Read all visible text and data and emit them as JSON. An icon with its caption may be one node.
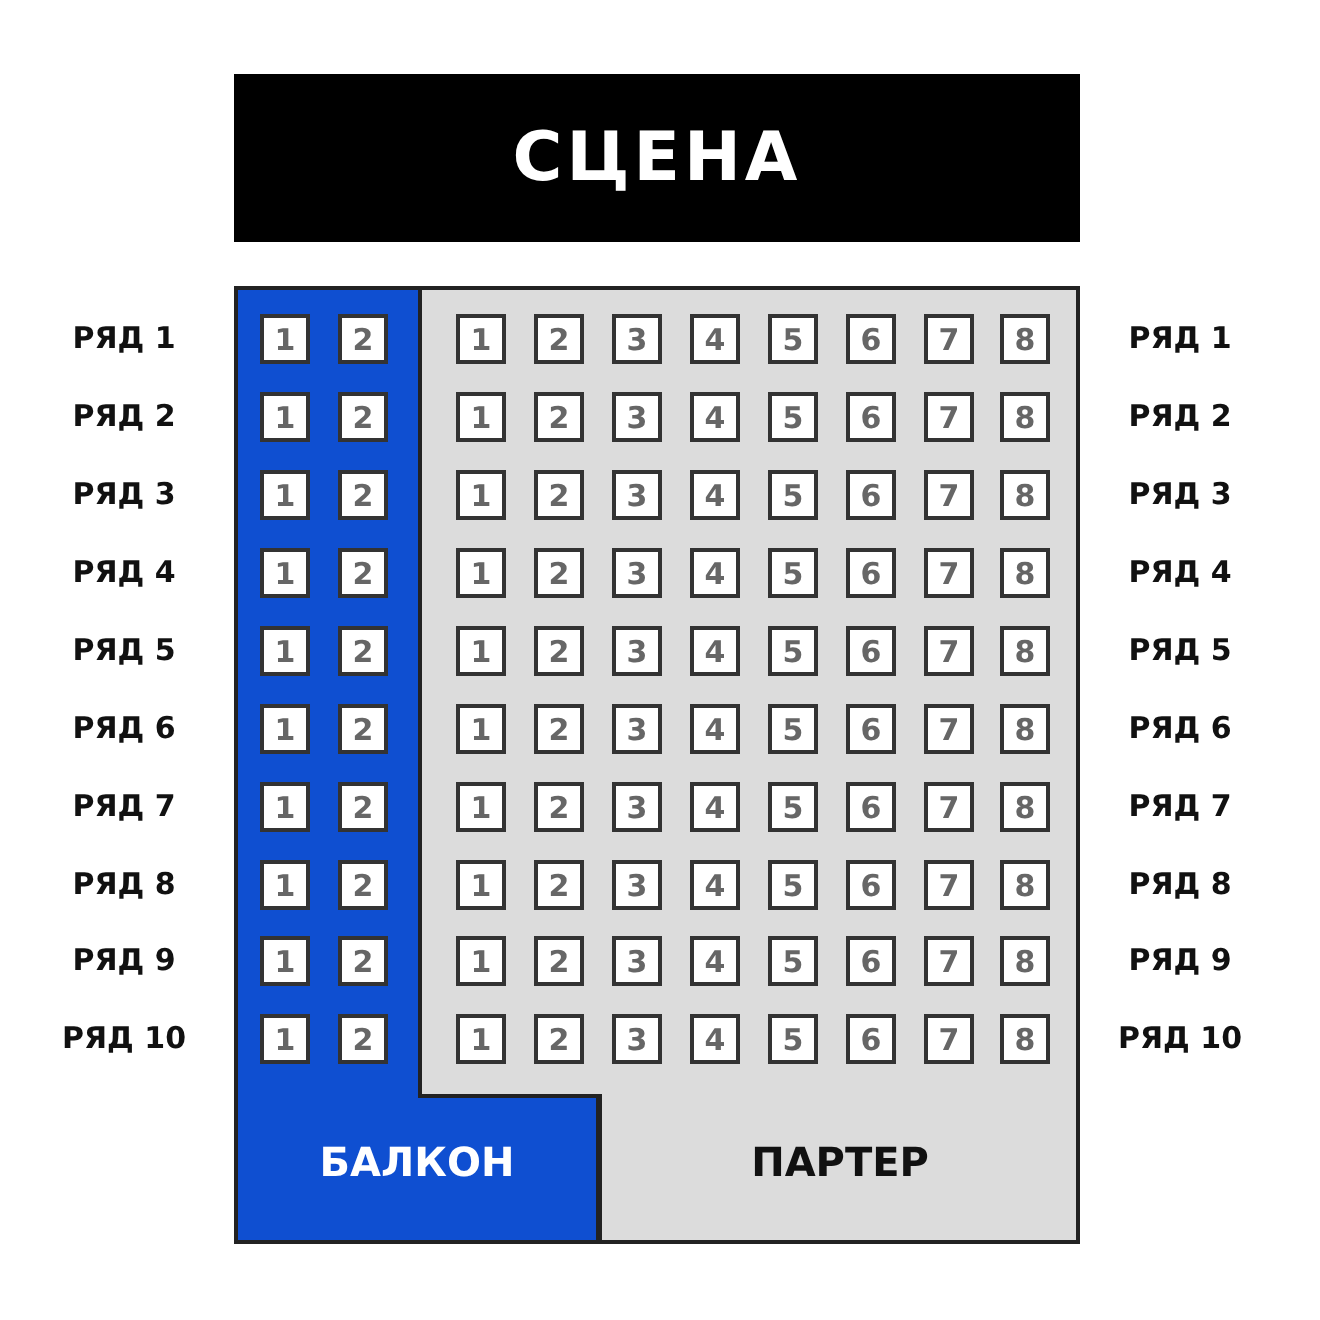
{
  "diagram": {
    "nodes": [
      {
        "text": [
          "СЦЕНА"
        ]
      },
      {
        "text": [
          "БАЛКОН"
        ]
      },
      {
        "text": [
          "1"
        ],
        "in": 1
      },
      {
        "text": [
          "2"
        ],
        "in": 1
      },
      {
        "text": [
          "1"
        ],
        "in": 1
      },
      {
        "text": [
          "2"
        ],
        "in": 1
      },
      {
        "text": [
          "1"
        ],
        "in": 1
      },
      {
        "text": [
          "2"
        ],
        "in": 1
      },
      {
        "text": [
          "1"
        ],
        "in": 1
      },
      {
        "text": [
          "2"
        ],
        "in": 1
      },
      {
        "text": [
          "1"
        ],
        "in": 1
      },
      {
        "text": [
          "2"
        ],
        "in": 1
      },
      {
        "text": [
          "1"
        ],
        "in": 1
      },
      {
        "text": [
          "2"
        ],
        "in": 1
      },
      {
        "text": [
          "1"
        ],
        "in": 1
      },
      {
        "text": [
          "2"
        ],
        "in": 1
      },
      {
        "text": [
          "1"
        ],
        "in": 1
      },
      {
        "text": [
          "2"
        ],
        "in": 1
      },
      {
        "text": [
          "1"
        ],
        "in": 1
      },
      {
        "text": [
          "2"
        ],
        "in": 1
      },
      {
        "text": [
          "1"
        ],
        "in": 1
      },
      {
        "text": [
          "2"
        ],
        "in": 1
      },
      {
        "text": [
          "ПАРТЕР"
        ]
      },
      {
        "text": [
          "1"
        ],
        "in": 22
      },
      {
        "text": [
          "2"
        ],
        "in": 22
      },
      {
        "text": [
          "3"
        ],
        "in": 22
      },
      {
        "text": [
          "4"
        ],
        "in": 22
      },
      {
        "text": [
          "5"
        ],
        "in": 22
      },
      {
        "text": [
          "6"
        ],
        "in": 22
      },
      {
        "text": [
          "7"
        ],
        "in": 22
      },
      {
        "text": [
          "8"
        ],
        "in": 22
      },
      {
        "text": [
          "1"
        ],
        "in": 22
      },
      {
        "text": [
          "2"
        ],
        "in": 22
      },
      {
        "text": [
          "3"
        ],
        "in": 22
      },
      {
        "text": [
          "4"
        ],
        "in": 22
      },
      {
        "text": [
          "5"
        ],
        "in": 22
      },
      {
        "text": [
          "6"
        ],
        "in": 22
      },
      {
        "text": [
          "7"
        ],
        "in": 22
      },
      {
        "text": [
          "8"
        ],
        "in": 22
      },
      {
        "text": [
          "1"
        ],
        "in": 22
      },
      {
        "text": [
          "2"
        ],
        "in": 22
      },
      {
        "text": [
          "3"
        ],
        "in": 22
      },
      {
        "text": [
          "4"
        ],
        "in": 22
      },
      {
        "text": [
          "5"
        ],
        "in": 22
      },
      {
        "text": [
          "6"
        ],
        "in": 22
      },
      {
        "text": [
          "7"
        ],
        "in": 22
      },
      {
        "text": [
          "8"
        ],
        "in": 22
      },
      {
        "text": [
          "1"
        ],
        "in": 22
      },
      {
        "text": [
          "2"
        ],
        "in": 22
      },
      {
        "text": [
          "3"
        ],
        "in": 22
      },
      {
        "text": [
          "4"
        ],
        "in": 22
      },
      {
        "text": [
          "5"
        ],
        "in": 22
      },
      {
        "text": [
          "6"
        ],
        "in": 22
      },
      {
        "text": [
          "7"
        ],
        "in": 22
      },
      {
        "text": [
          "8"
        ],
        "in": 22
      },
      {
        "text": [
          "1"
        ],
        "in": 22
      },
      {
        "text": [
          "2"
        ],
        "in": 22
      },
      {
        "text": [
          "3"
        ],
        "in": 22
      },
      {
        "text": [
          "4"
        ],
        "in": 22
      },
      {
        "text": [
          "5"
        ],
        "in": 22
      },
      {
        "text": [
          "6"
        ],
        "in": 22
      },
      {
        "text": [
          "7"
        ],
        "in": 22
      },
      {
        "text": [
          "8"
        ],
        "in": 22
      },
      {
        "text": [
          "1"
        ],
        "in": 22
      },
      {
        "text": [
          "2"
        ],
        "in": 22
      },
      {
        "text": [
          "3"
        ],
        "in": 22
      },
      {
        "text": [
          "4"
        ],
        "in": 22
      },
      {
        "text": [
          "5"
        ],
        "in": 22
      },
      {
        "text": [
          "6"
        ],
        "in": 22
      },
      {
        "text": [
          "7"
        ],
        "in": 22
      },
      {
        "text": [
          "8"
        ],
        "in": 22
      },
      {
        "text": [
          "1"
        ],
        "in": 22
      },
      {
        "text": [
          "2"
        ],
        "in": 22
      },
      {
        "text": [
          "3"
        ],
        "in": 22
      },
      {
        "text": [
          "4"
        ],
        "in": 22
      },
      {
        "text": [
          "5"
        ],
        "in": 22
      },
      {
        "text": [
          "6"
        ],
        "in": 22
      },
      {
        "text": [
          "7"
        ],
        "in": 22
      },
      {
        "text": [
          "8"
        ],
        "in": 22
      },
      {
        "text": [
          "1"
        ],
        "in": 22
      },
      {
        "text": [
          "2"
        ],
        "in": 22
      },
      {
        "text": [
          "3"
        ],
        "in": 22
      },
      {
        "text": [
          "4"
        ],
        "in": 22
      },
      {
        "text": [
          "5"
        ],
        "in": 22
      },
      {
        "text": [
          "6"
        ],
        "in": 22
      },
      {
        "text": [
          "7"
        ],
        "in": 22
      },
      {
        "text": [
          "8"
        ],
        "in": 22
      },
      {
        "text": [
          "1"
        ],
        "in": 22
      },
      {
        "text": [
          "2"
        ],
        "in": 22
      },
      {
        "text": [
          "3"
        ],
        "in": 22
      },
      {
        "text": [
          "4"
        ],
        "in": 22
      },
      {
        "text": [
          "5"
        ],
        "in": 22
      },
      {
        "text": [
          "6"
        ],
        "in": 22
      },
      {
        "text": [
          "7"
        ],
        "in": 22
      },
      {
        "text": [
          "8"
        ],
        "in": 22
      },
      {
        "text": [
          "1"
        ],
        "in": 22
      },
      {
        "text": [
          "2"
        ],
        "in": 22
      },
      {
        "text": [
          "3"
        ],
        "in": 22
      },
      {
        "text": [
          "4"
        ],
        "in": 22
      },
      {
        "text": [
          "5"
        ],
        "in": 22
      },
      {
        "text": [
          "6"
        ],
        "in": 22
      },
      {
        "text": [
          "7"
        ],
        "in": 22
      },
      {
        "text": [
          "8"
        ],
        "in": 22
      }
    ],
    "labels": [
      "РЯД 1",
      "РЯД 1",
      "РЯД 2",
      "РЯД 2",
      "РЯД 3",
      "РЯД 3",
      "РЯД 4",
      "РЯД 4",
      "РЯД 5",
      "РЯД 5",
      "РЯД 6",
      "РЯД 6",
      "РЯД 7",
      "РЯД 7",
      "РЯД 8",
      "РЯД 8",
      "РЯД 9",
      "РЯД 9",
      "РЯД 10",
      "РЯД 10"
    ]
  }
}
